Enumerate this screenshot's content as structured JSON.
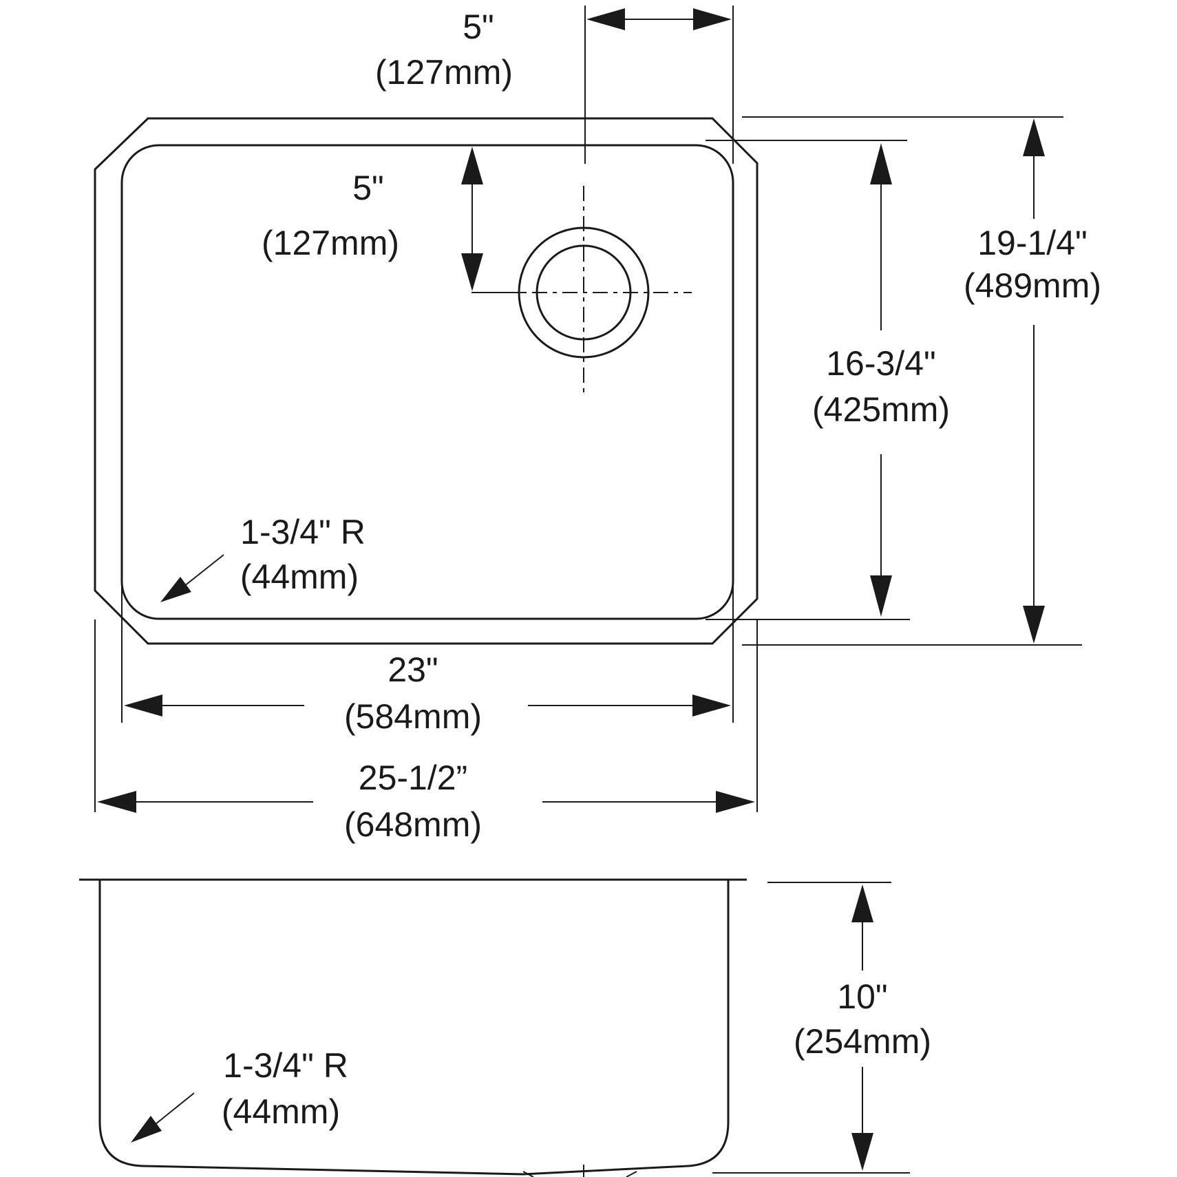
{
  "dimensions": {
    "drain_offset_h": {
      "imperial": "5\"",
      "metric": "(127mm)"
    },
    "drain_offset_v": {
      "imperial": "5\"",
      "metric": "(127mm)"
    },
    "bowl_length": {
      "imperial": "16-3/4\"",
      "metric": "(425mm)"
    },
    "overall_length": {
      "imperial": "19-1/4\"",
      "metric": "(489mm)"
    },
    "corner_radius_top": {
      "imperial": "1-3/4\" R",
      "metric": "(44mm)"
    },
    "bowl_width": {
      "imperial": "23\"",
      "metric": "(584mm)"
    },
    "overall_width": {
      "imperial": "25-1/2”",
      "metric": "(648mm)"
    },
    "bowl_depth": {
      "imperial": "10\"",
      "metric": "(254mm)"
    },
    "corner_radius_side": {
      "imperial": "1-3/4\" R",
      "metric": "(44mm)"
    }
  },
  "colors": {
    "line": "#1a1a1a",
    "background": "#ffffff"
  }
}
